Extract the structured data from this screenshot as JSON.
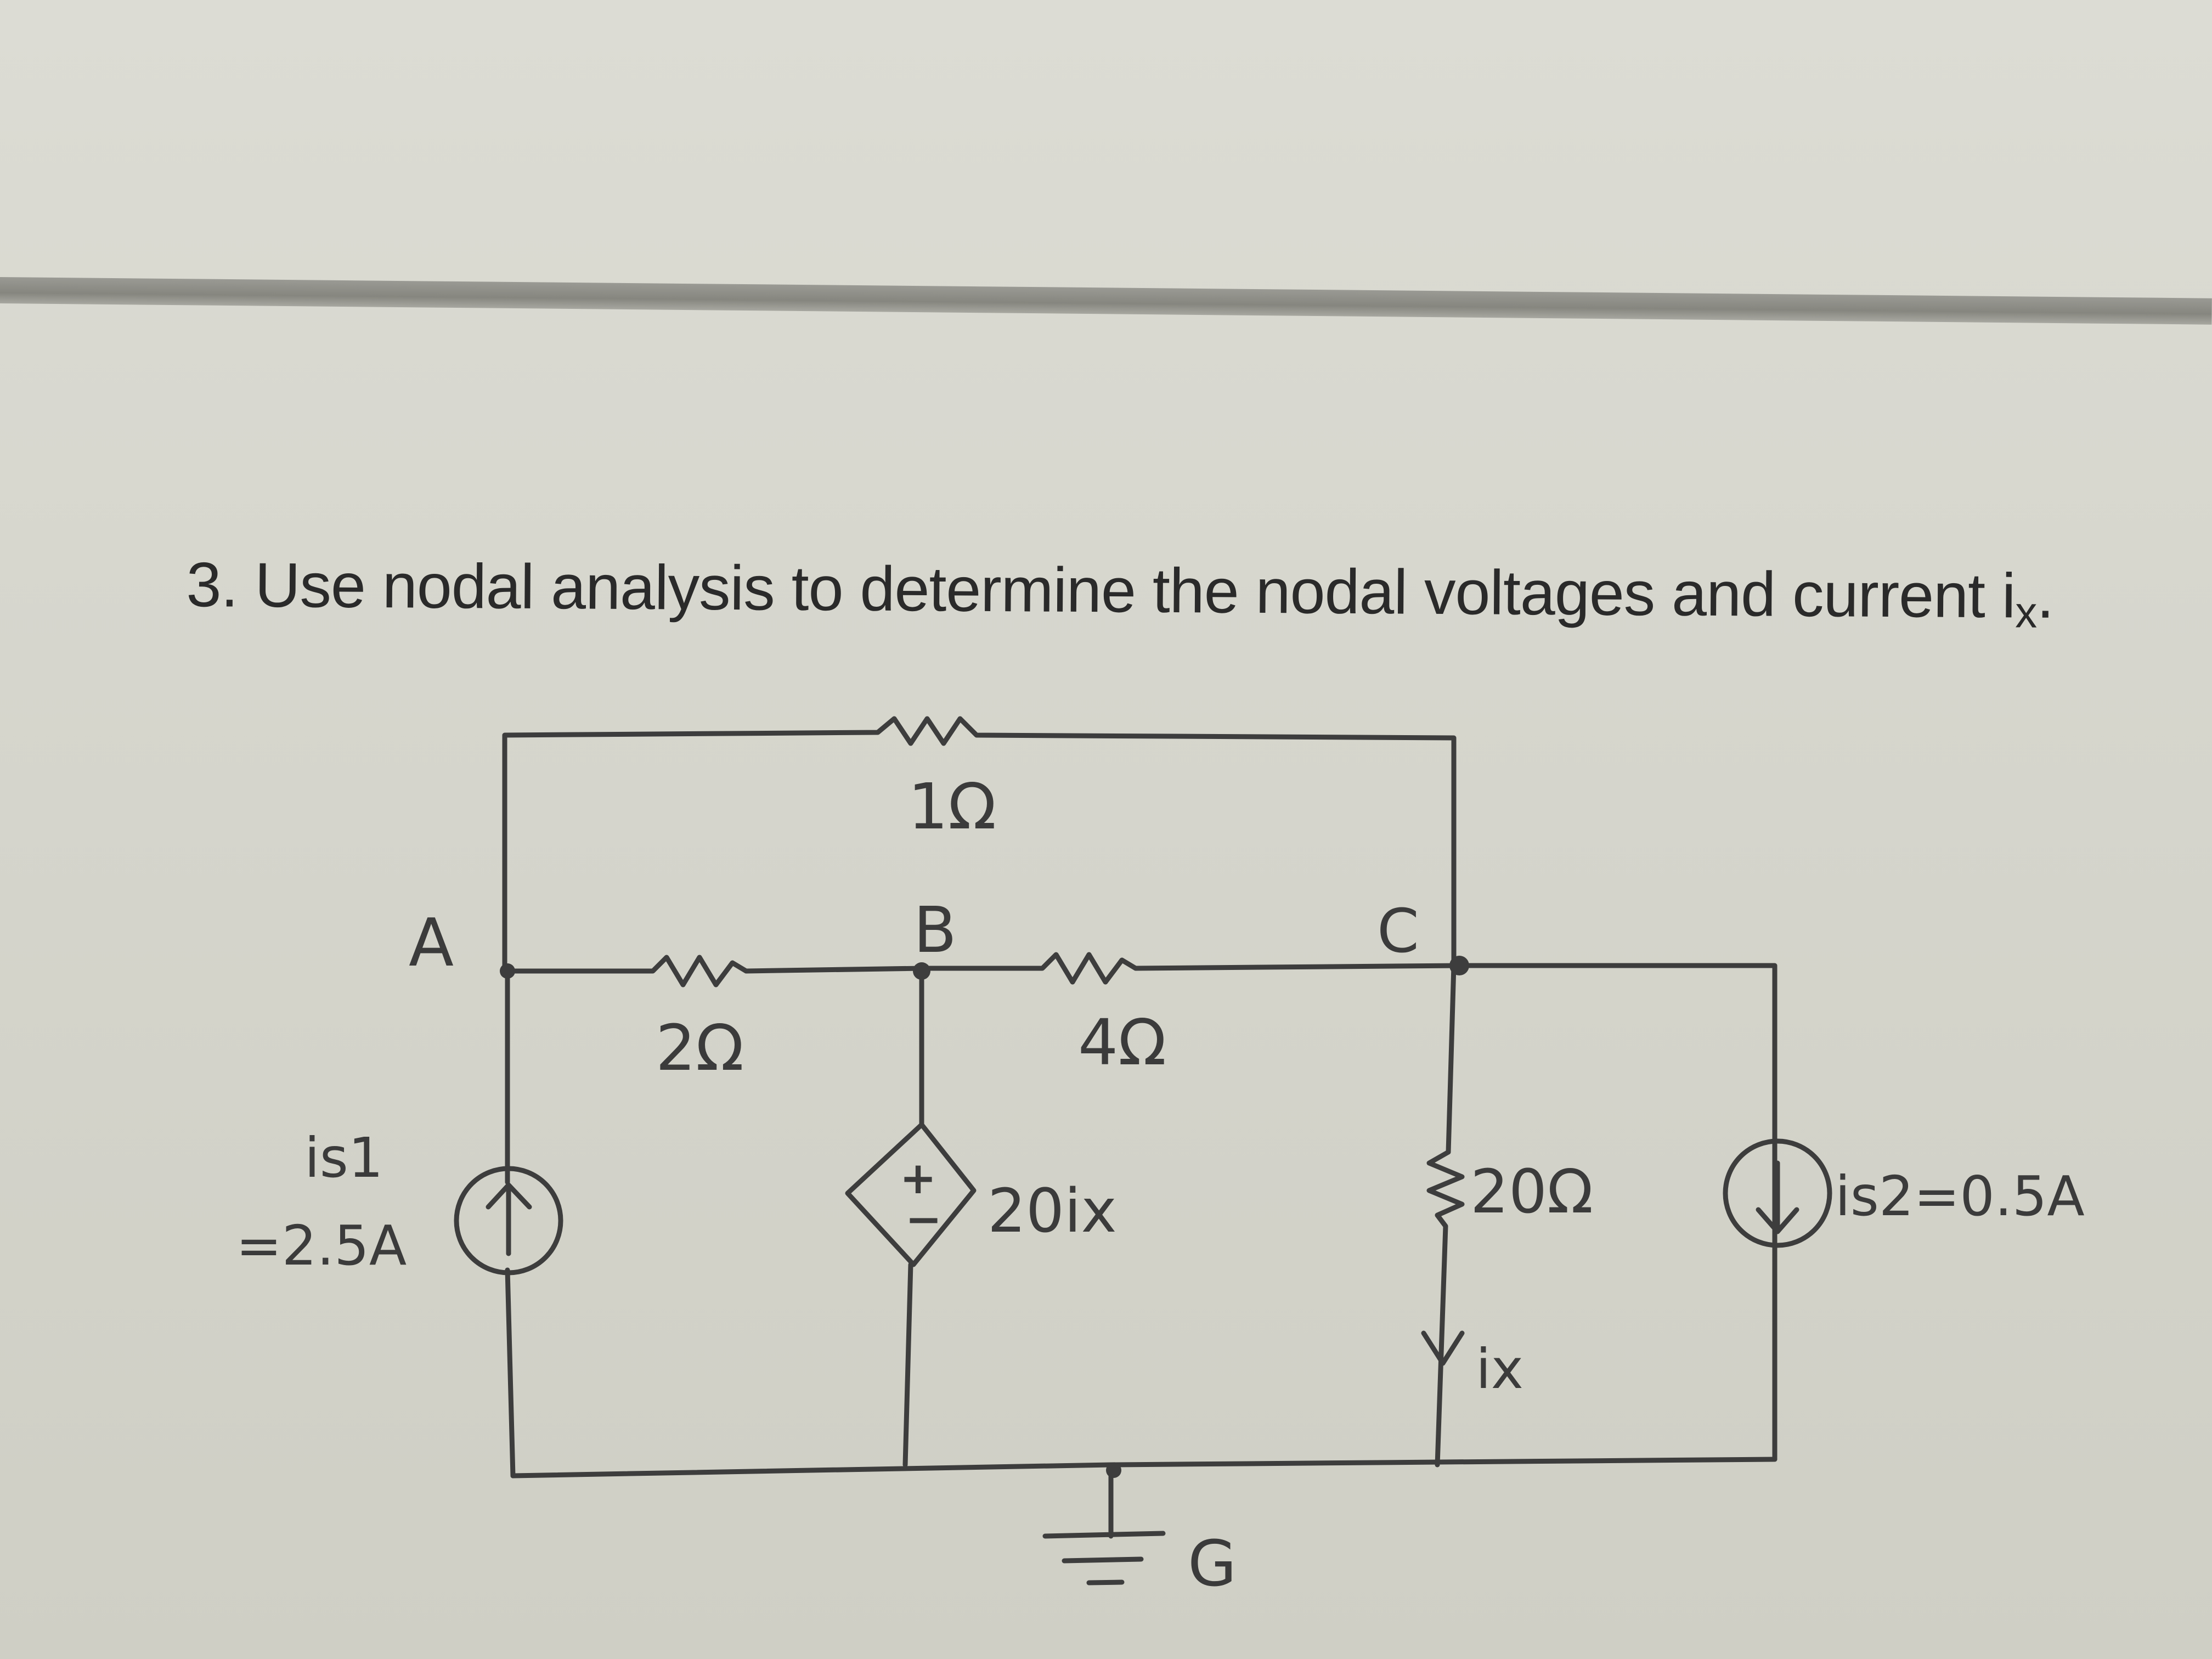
{
  "problem": {
    "number": "3.",
    "text": "Use nodal analysis to determine the nodal voltages and current i",
    "subscript": "x",
    "end": "."
  },
  "nodes": {
    "a": "A",
    "b": "B",
    "c": "C",
    "ground": "G"
  },
  "components": {
    "r_top": "1Ω",
    "r_ab": "2Ω",
    "r_bc": "4Ω",
    "r_c_ground": "20Ω",
    "dep_source": "20ix",
    "dep_source_plus": "+",
    "dep_source_minus": "−",
    "is1_name": "is1",
    "is1_value": "=2.5A",
    "is2_label": "is2=0.5A",
    "ix_label": "ix"
  },
  "colors": {
    "ink": "#3b3b3b",
    "paper": "#d8d8cf",
    "printed_text": "#2a2a2a"
  }
}
